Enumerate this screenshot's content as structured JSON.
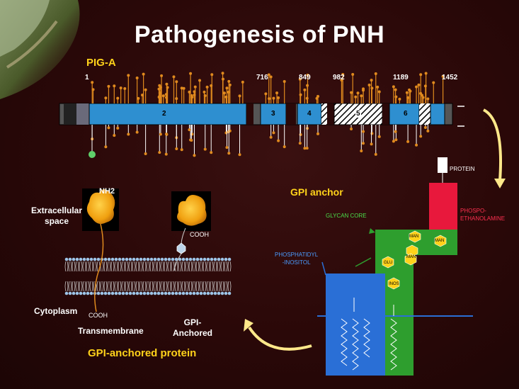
{
  "title": "Pathogenesis of PNH",
  "gene": {
    "name": "PIG-A",
    "positions": [
      "1",
      "716",
      "849",
      "982",
      "1189",
      "1452"
    ],
    "exons": [
      "2",
      "3",
      "4",
      "5",
      "6"
    ]
  },
  "labels": {
    "gpi_anchor": "GPI anchor",
    "extracellular": "Extracellular space",
    "cytoplasm": "Cytoplasm",
    "transmembrane": "Transmembrane",
    "gpi_anchored": "GPI-Anchored",
    "gpi_anchored_protein": "GPI-anchored protein",
    "nh2": "NH2",
    "cooh_top": "COOH",
    "cooh_bottom": "COOH"
  },
  "structure": {
    "protein": "PROTEIN",
    "phospho": "PHOSPO-",
    "ethanolamine": "ETHANOLAMINE",
    "glycan_core": "GLYCAN CORE",
    "phosphatidyl": "PHOSPHATIDYL",
    "inositol": "-INOSITOL",
    "man": "MAN",
    "glu": "GLU",
    "inos": "INOS"
  },
  "colors": {
    "exon": "#2e8fd0",
    "lollipop": "#e08a1e",
    "title": "#ffffff",
    "accent": "#ffd21a",
    "ethanolamine_box": "#e8183c",
    "glycan_box": "#2e9e2e",
    "inositol_box": "#2a6fd6"
  }
}
